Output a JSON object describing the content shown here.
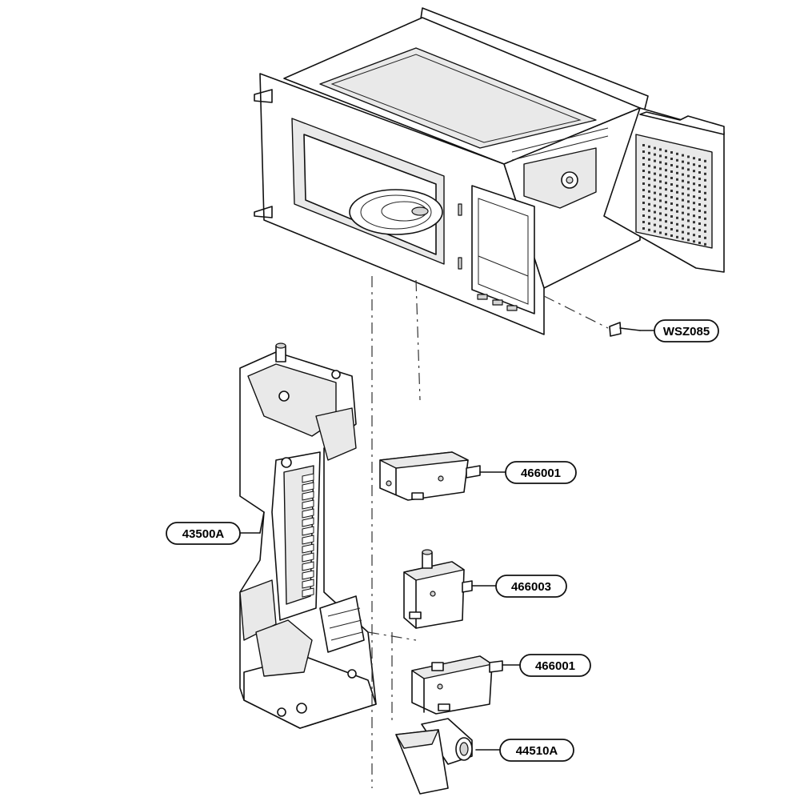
{
  "callouts": {
    "screw": "WSZ085",
    "switch_top": "466001",
    "latch_board": "43500A",
    "switch_middle": "466003",
    "switch_bottom": "466001",
    "lever": "44510A"
  },
  "colors": {
    "line": "#111111",
    "panel_fill": "#ffffff",
    "shade": "#e9e9e9"
  }
}
